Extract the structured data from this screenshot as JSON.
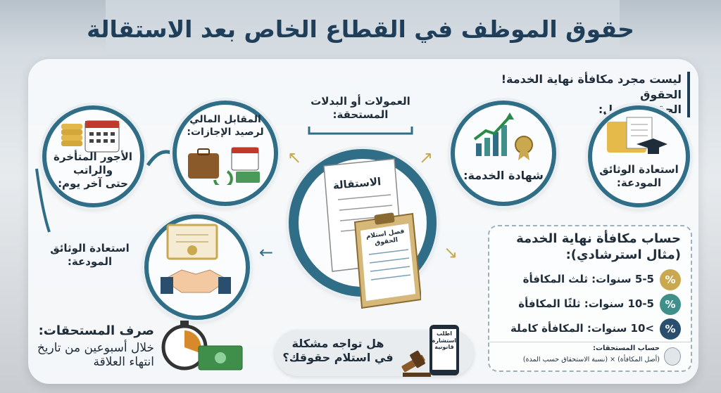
{
  "title": "حقوق الموظف في القطاع الخاص بعد الاستقالة",
  "intro": {
    "line1": "ليست مجرد مكافأة نهاية الخدمة! الحقوق",
    "line2": "الحقوق تشمل:"
  },
  "center": {
    "paper_label": "الاستقالة",
    "clipboard_label": "فصل استلام الحقوق"
  },
  "items": {
    "commissions": {
      "line1": "العمولات أو البدلات",
      "line2": "المستحقة:"
    },
    "leave_balance": {
      "line1": "المقابل المالي",
      "line2": "لرصيد الإجازات:"
    },
    "wages": {
      "line1": "الأجور المتأخرة",
      "line2": "والراتب",
      "line3": "حتى آخر يوم:"
    },
    "certificate": {
      "line1": "شهادة الخدمة:"
    },
    "documents_right": {
      "line1": "استعادة الوثائق",
      "line2": "المودعة:"
    },
    "documents_left": {
      "line1": "استعادة الوثائق",
      "line2": "المودعة:"
    }
  },
  "calc": {
    "title1": "حساب مكافأة نهاية الخدمة",
    "title2": "(مثال استرشادي):",
    "rows": [
      {
        "badge": "%",
        "text": "5-5 سنوات: ثلث المكافأة",
        "color": "#c9a84f"
      },
      {
        "badge": "%",
        "text": "10-5 سنوات: ثلثًا المكافأة",
        "color": "#3f8f8a"
      },
      {
        "badge": "%",
        "text": ">10 سنوات: المكافأة كاملة",
        "color": "#2a4f6e"
      }
    ],
    "formula_label": "حساب المستحقات:",
    "formula": "(أصل المكافأة) × (نسبة الاستحقاق حسب المدة)"
  },
  "payout": {
    "title": "صرف المستحقات:",
    "line1": "خلال أسبوعين من تاريخ",
    "line2": "انتهاء العلاقة"
  },
  "help": {
    "question1": "هل تواجه مشكلة",
    "question2": "في استلام حقوقك؟",
    "phone_line1": "اطلب",
    "phone_line2": "استشارة",
    "phone_line3": "قانونية"
  },
  "colors": {
    "navy": "#1f3e5a",
    "teal": "#2f6e86",
    "gold": "#c9a84f"
  }
}
